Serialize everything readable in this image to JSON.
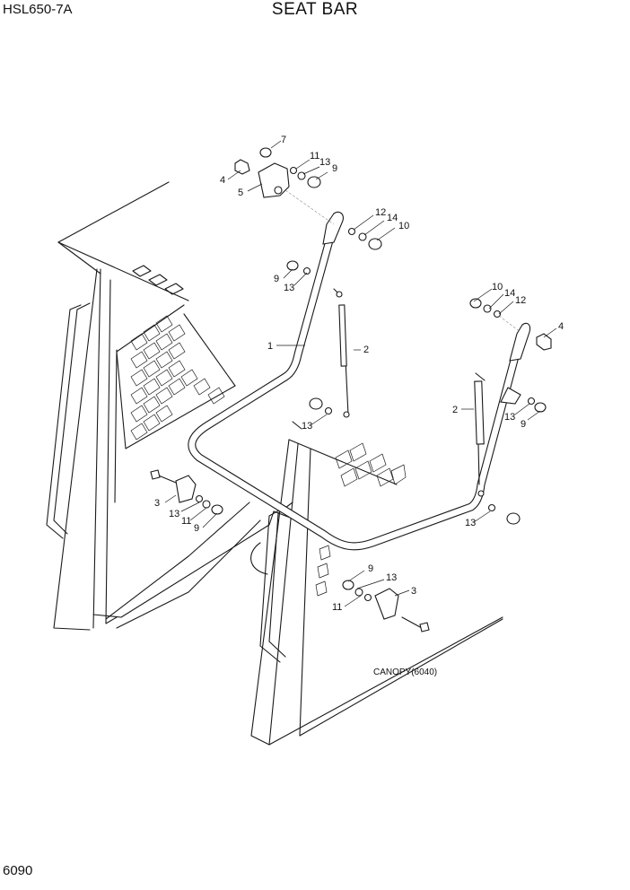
{
  "header": {
    "model": "HSL650-7A",
    "title": "SEAT BAR"
  },
  "footer": {
    "page_number": "6090"
  },
  "diagram": {
    "reference_note": "CANOPY(6040)",
    "callouts": [
      {
        "id": "c7a",
        "text": "7"
      },
      {
        "id": "c11a",
        "text": "11"
      },
      {
        "id": "c13a",
        "text": "13"
      },
      {
        "id": "c9a",
        "text": "9"
      },
      {
        "id": "c4a",
        "text": "4"
      },
      {
        "id": "c5a",
        "text": "5"
      },
      {
        "id": "c12a",
        "text": "12"
      },
      {
        "id": "c14a",
        "text": "14"
      },
      {
        "id": "c10a",
        "text": "10"
      },
      {
        "id": "c9b",
        "text": "9"
      },
      {
        "id": "c13b",
        "text": "13"
      },
      {
        "id": "c1",
        "text": "1"
      },
      {
        "id": "c2a",
        "text": "2"
      },
      {
        "id": "c13c",
        "text": "13"
      },
      {
        "id": "c10b",
        "text": "10"
      },
      {
        "id": "c14b",
        "text": "14"
      },
      {
        "id": "c12b",
        "text": "12"
      },
      {
        "id": "c4b",
        "text": "4"
      },
      {
        "id": "c2b",
        "text": "2"
      },
      {
        "id": "c13d",
        "text": "13"
      },
      {
        "id": "c9c",
        "text": "9"
      },
      {
        "id": "c3a",
        "text": "3"
      },
      {
        "id": "c13e",
        "text": "13"
      },
      {
        "id": "c11b",
        "text": "11"
      },
      {
        "id": "c9d",
        "text": "9"
      },
      {
        "id": "c13f",
        "text": "13"
      },
      {
        "id": "c9e",
        "text": "9"
      },
      {
        "id": "c13g",
        "text": "13"
      },
      {
        "id": "c3b",
        "text": "3"
      },
      {
        "id": "c11c",
        "text": "11"
      }
    ]
  }
}
